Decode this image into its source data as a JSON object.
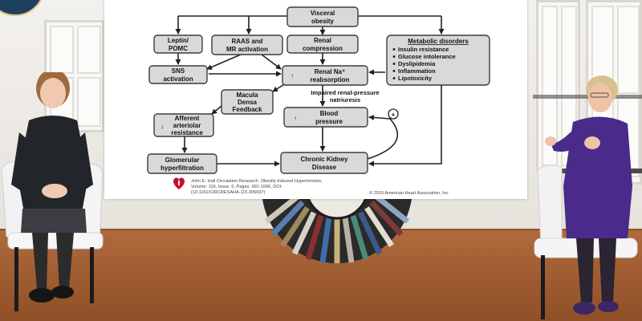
{
  "slide": {
    "nodes": {
      "visceral_obesity": [
        "Visceral",
        "obesity"
      ],
      "leptin_pomc": [
        "Leptin/",
        "POMC"
      ],
      "raas_mr": [
        "RAAS and",
        "MR activation"
      ],
      "renal_compression": [
        "Renal",
        "compression"
      ],
      "sns_activation": [
        "SNS",
        "activation"
      ],
      "renal_na": [
        "Renal Na⁺",
        "reabsorption"
      ],
      "renal_na_arrow": "↑",
      "macula_densa": [
        "Macula",
        "Densa",
        "Feedback"
      ],
      "afferent_resistance": [
        "Afferent",
        "arteriolar",
        "resistance"
      ],
      "afferent_arrow": "↓",
      "blood_pressure": [
        "Blood",
        "pressure"
      ],
      "blood_pressure_arrow": "↑",
      "glomerular": [
        "Glomerular",
        "hyperfiltration"
      ],
      "ckd": [
        "Chronic Kidney",
        "Disease"
      ]
    },
    "metabolic": {
      "title": "Metabolic disorders",
      "items": [
        "Insulin resistance",
        "Glucose intolerance",
        "Dyslipidemia",
        "Inflammation",
        "Lipotoxicity"
      ]
    },
    "impaired_label": [
      "Impaired renal-pressure",
      "natriuresis"
    ],
    "feedback_symbol": "+",
    "citation": [
      "John E. Hall  Circulation Research. Obesity-Induced Hypertension,",
      "Volume: 116, Issue: 6, Pages: 991-1006, DOI:",
      "(10.1161/CIRCRESAHA.116.305697)"
    ],
    "copyright": "© 2015 American Heart Association, Inc"
  },
  "colors": {
    "node_fill": "#d9d9d9",
    "node_stroke": "#3c3c3c",
    "aha_red": "#c8102e",
    "presenter_right_dress": "#4a2a8a",
    "presenter_left_top": "#22262b"
  }
}
